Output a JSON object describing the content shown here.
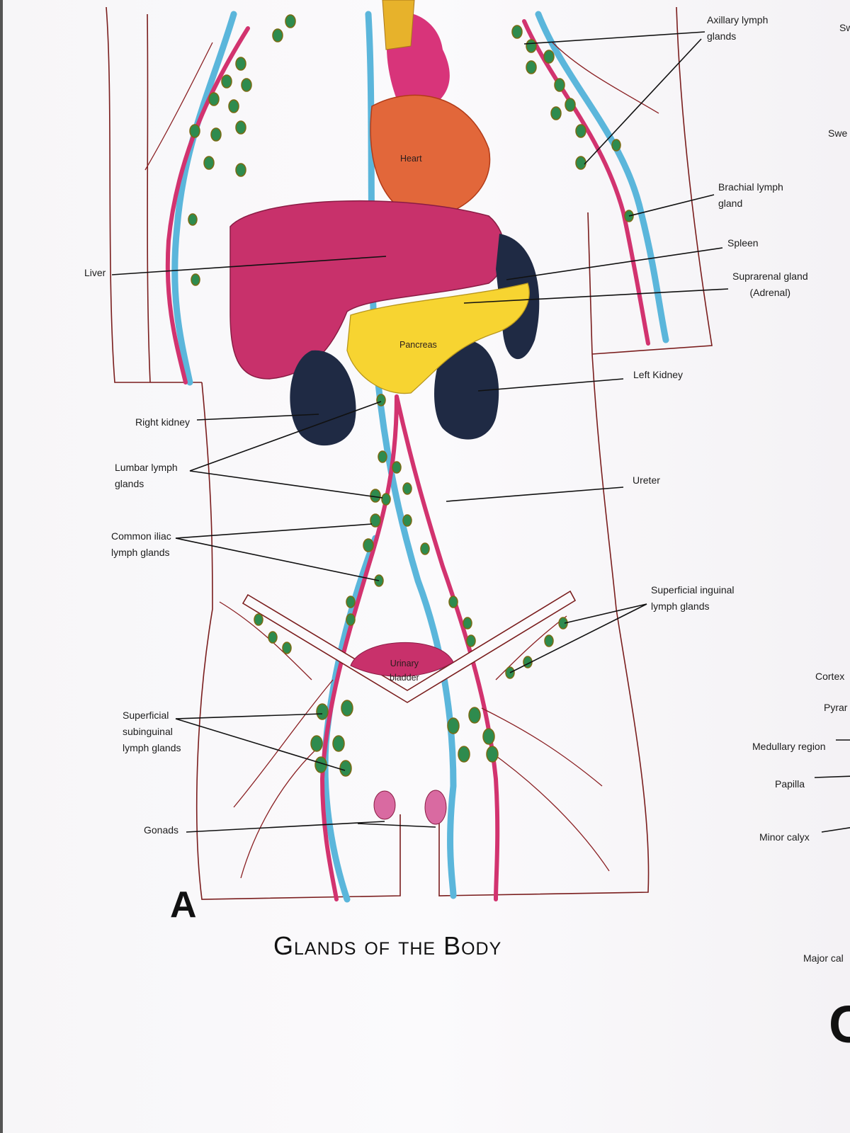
{
  "colors": {
    "artery": "#d2336f",
    "vein": "#5bb6db",
    "lymph_gland": "#2e8b4e",
    "liver": "#c8316b",
    "heart": "#e2673a",
    "pancreas": "#f7d431",
    "kidney": "#1f2a44",
    "outline": "#7a1d1d"
  },
  "title": "Glands of the Body",
  "panel_letter": "A",
  "next_panel_letter": "C",
  "organs": {
    "heart": "Heart",
    "pancreas": "Pancreas",
    "bladder": "Urinary\nbladder"
  },
  "labels": {
    "axillary": "Axillary lymph\nglands",
    "brachial": "Brachial lymph\ngland",
    "spleen": "Spleen",
    "suprarenal": "Suprarenal gland\n(Adrenal)",
    "liver": "Liver",
    "left_kidney": "Left Kidney",
    "right_kidney": "Right kidney",
    "lumbar": "Lumbar lymph\nglands",
    "ureter": "Ureter",
    "common_iliac": "Common iliac\nlymph glands",
    "sup_inguinal": "Superficial inguinal\nlymph glands",
    "sup_subinguinal": "Superficial\nsubinguinal\nlymph glands",
    "gonads": "Gonads"
  },
  "cut_labels": {
    "sw1": "Sw",
    "swe": "Swe",
    "cortex": "Cortex",
    "pyra": "Pyrar",
    "medullary": "Medullary region",
    "papilla": "Papilla",
    "minor_calyx": "Minor calyx",
    "major_cal": "Major cal"
  }
}
